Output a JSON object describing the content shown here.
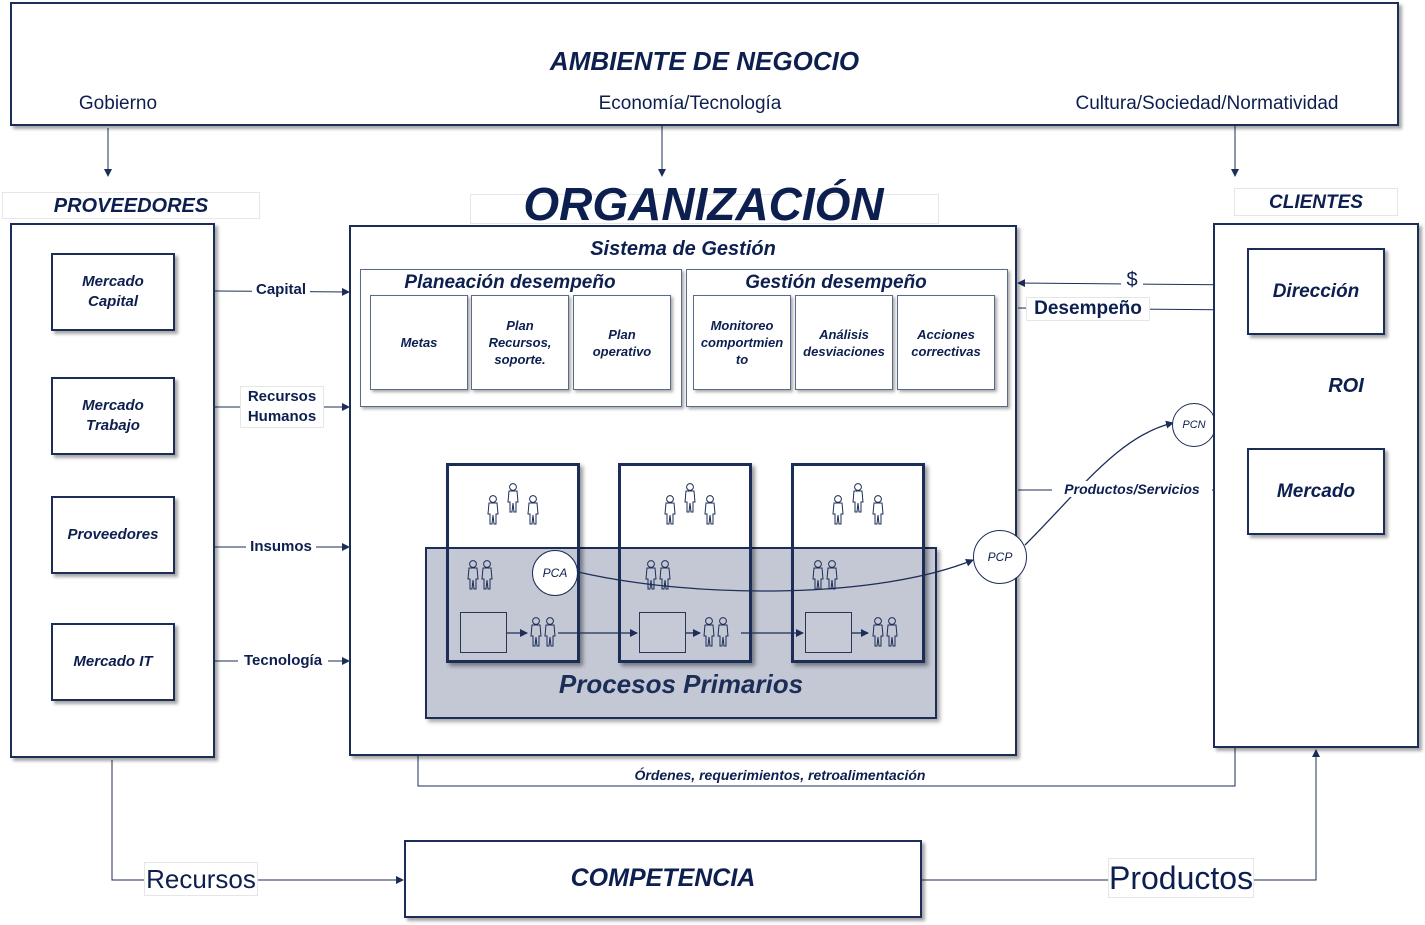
{
  "ambiente": {
    "title": "AMBIENTE DE NEGOCIO",
    "factors": [
      "Gobierno",
      "Economía/Tecnología",
      "Cultura/Sociedad/Normatividad"
    ]
  },
  "organizacion": {
    "title": "ORGANIZACIÓN",
    "sistema": "Sistema de Gestión",
    "planeacion": {
      "title": "Planeación desempeño",
      "items": [
        "Metas",
        "Plan Recursos, soporte.",
        "Plan operativo"
      ]
    },
    "gestion": {
      "title": "Gestión desempeño",
      "items": [
        "Monitoreo comportmien to",
        "Análisis desviaciones",
        "Acciones correctivas"
      ]
    },
    "procesos": "Procesos Primarios",
    "pca": "PCA"
  },
  "proveedores": {
    "title": "PROVEEDORES",
    "items": [
      "Mercado Capital",
      "Mercado Trabajo",
      "Proveedores",
      "Mercado IT"
    ]
  },
  "inputs": [
    "Capital",
    "Recursos Humanos",
    "Insumos",
    "Tecnología"
  ],
  "clientes": {
    "title": "CLIENTES",
    "direccion": "Dirección",
    "mercado": "Mercado",
    "roi": "ROI"
  },
  "flows": {
    "dollar": "$",
    "desempeno": "Desempeño",
    "productos_servicios": "Productos/Servicios",
    "pcp": "PCP",
    "pcn": "PCN",
    "ordenes": "Órdenes, requerimientos, retroalimentación",
    "recursos": "Recursos",
    "productos": "Productos"
  },
  "competencia": "COMPETENCIA",
  "colors": {
    "navy": "#1c2d57",
    "text": "#0d1f4f",
    "procesos_fill": "#c3c8d4"
  }
}
